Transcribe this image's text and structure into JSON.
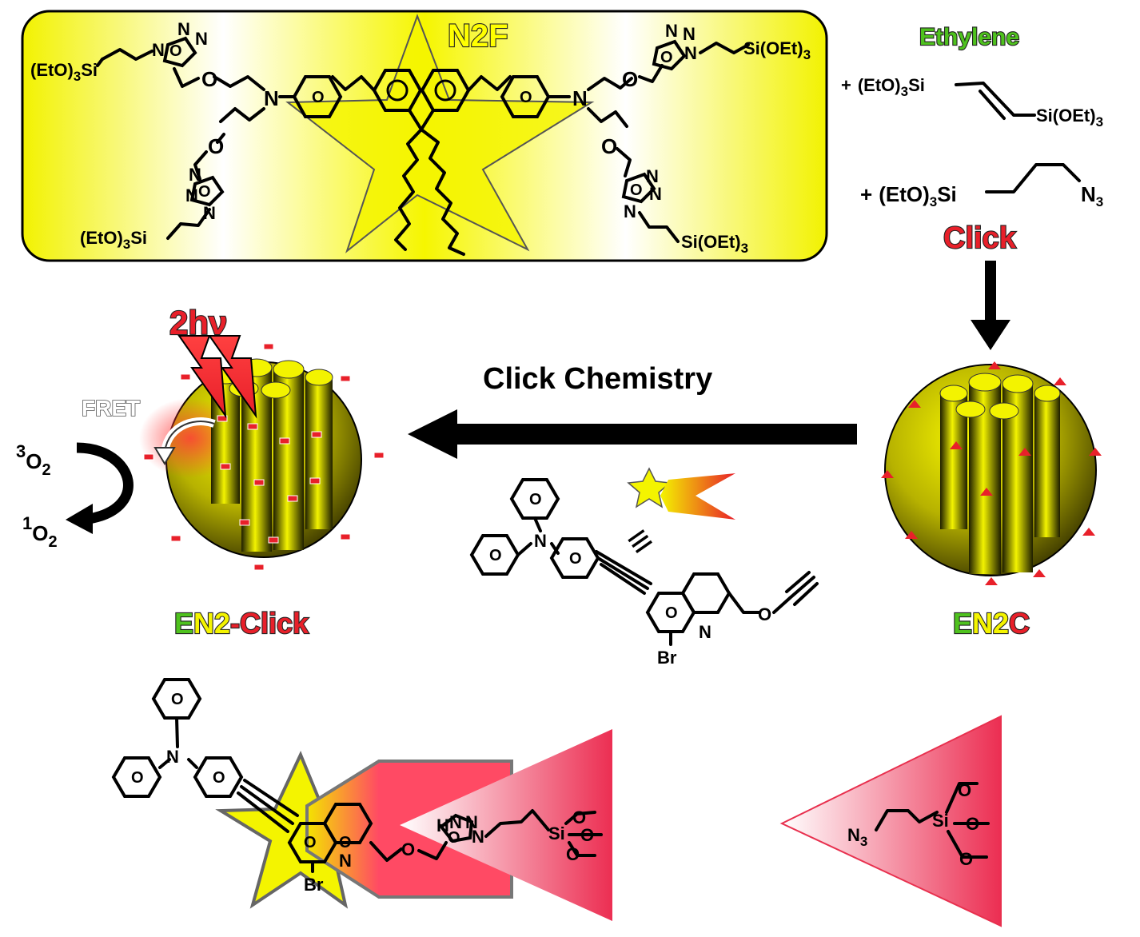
{
  "colors": {
    "yellow": "#f4f400",
    "green": "#4fc21e",
    "red": "#e8202a",
    "pink": "#ee4466",
    "black": "#000000"
  },
  "panel": {
    "title": "N2F",
    "si_group_left_top": "(EtO)",
    "si_group_right_top": "Si(OEt)",
    "si_group_left_bottom": "(EtO)",
    "si_group_right_bottom": "Si(OEt)"
  },
  "reagents": {
    "ethylene_label": "Ethylene",
    "plus": "+",
    "ethylene_left": "(EtO)",
    "ethylene_right": "Si(OEt)",
    "azide_left": "(EtO)",
    "azide_right": "N",
    "click_label": "Click"
  },
  "labels": {
    "two_hv": "2hν",
    "fret": "FRET",
    "oxygen_triplet_sup": "3",
    "oxygen_singlet_sup": "1",
    "oxygen": "O",
    "oxygen_sub": "2",
    "click_chemistry": "Click Chemistry",
    "equiv": "≡",
    "en2_click_part1": "E",
    "en2_click_part2": "N2",
    "en2_click_part3": "-Click",
    "en2c_part1": "E",
    "en2c_part2": "N2",
    "en2c_part3": "C"
  },
  "atoms": {
    "N": "N",
    "O": "O",
    "Br": "Br",
    "Si": "Si",
    "H": "H",
    "three": "3"
  }
}
